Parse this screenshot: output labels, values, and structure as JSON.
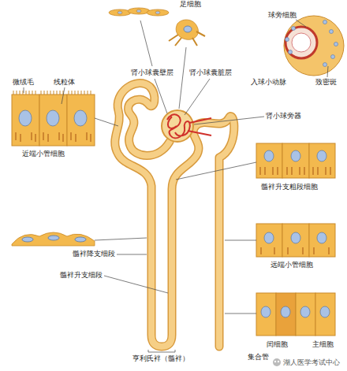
{
  "diagram": {
    "labels": [
      "足细胞",
      "球旁细胞",
      "肾小球囊壁层",
      "肾小球囊脏层",
      "入球小动脉",
      "致密斑",
      "微绒毛",
      "线粒体",
      "肾小球旁器",
      "近端小管细胞",
      "髓袢升支粗段细胞",
      "远端小管细胞",
      "髓袢降支细段",
      "髓袢升支细段",
      "集合管",
      "闰细胞",
      "主细胞",
      "亨利氏袢（髓袢）",
      "湖人医学考试中心"
    ]
  }
}
